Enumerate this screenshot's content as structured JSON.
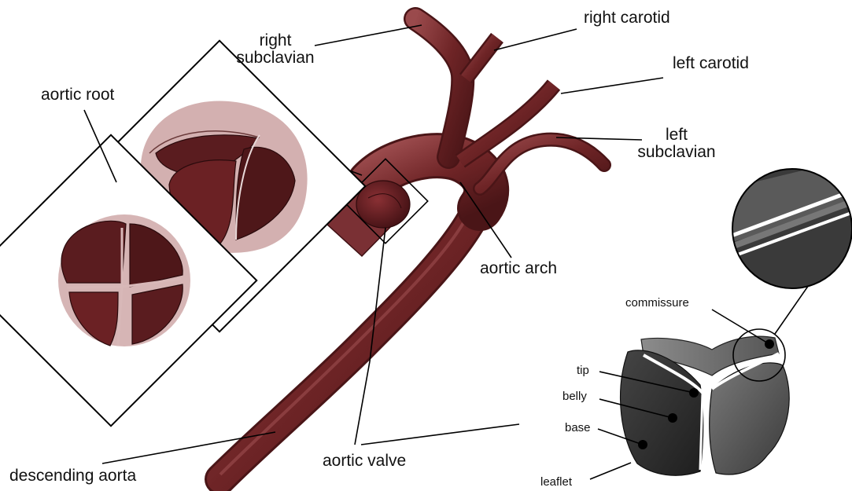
{
  "labels": {
    "right_subclavian": [
      "right",
      "subclavian"
    ],
    "right_carotid": "right carotid",
    "left_carotid": "left carotid",
    "left_subclavian": [
      "left",
      "subclavian"
    ],
    "aortic_root": "aortic root",
    "aortic_arch": "aortic arch",
    "aortic_valve": "aortic valve",
    "descending_aorta": "descending aorta",
    "commissure": "commissure",
    "tip": "tip",
    "belly": "belly",
    "base": "base",
    "leaflet": "leaflet"
  },
  "colors": {
    "vessel": "#6e2426",
    "vessel_dark": "#4a1517",
    "vessel_light": "#9a4a4c",
    "root_translucent": "#c49595",
    "valve_gray_dark": "#2e2e2e",
    "valve_gray_mid": "#5a5a5a",
    "valve_gray_light": "#8a8a8a",
    "leader": "#000000"
  }
}
